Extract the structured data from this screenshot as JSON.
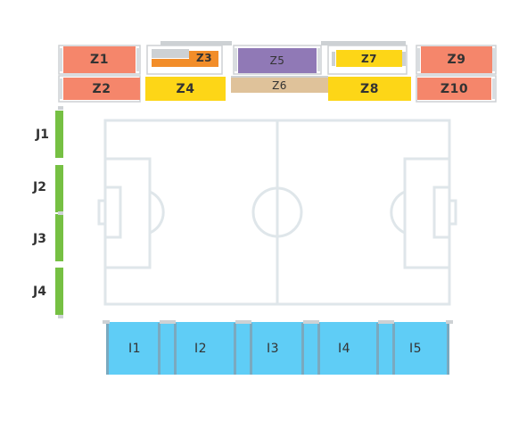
{
  "colors": {
    "salmon": "#f5866b",
    "yellow": "#fdd617",
    "orange": "#f28d29",
    "purple": "#9079b6",
    "tan": "#dfc29a",
    "green": "#76c043",
    "blue": "#5fcdf6",
    "pitch_line": "#dfe6ea",
    "grey_structure": "#cdd1d4"
  },
  "top_sections": {
    "z1": "Z1",
    "z2": "Z2",
    "z3": "Z3",
    "z4": "Z4",
    "z5": "Z5",
    "z6": "Z6",
    "z7": "Z7",
    "z8": "Z8",
    "z9": "Z9",
    "z10": "Z10"
  },
  "left_sections": {
    "j1": "J1",
    "j2": "J2",
    "j3": "J3",
    "j4": "J4"
  },
  "bottom_sections": {
    "i1": "I1",
    "i2": "I2",
    "i3": "I3",
    "i4": "I4",
    "i5": "I5"
  }
}
